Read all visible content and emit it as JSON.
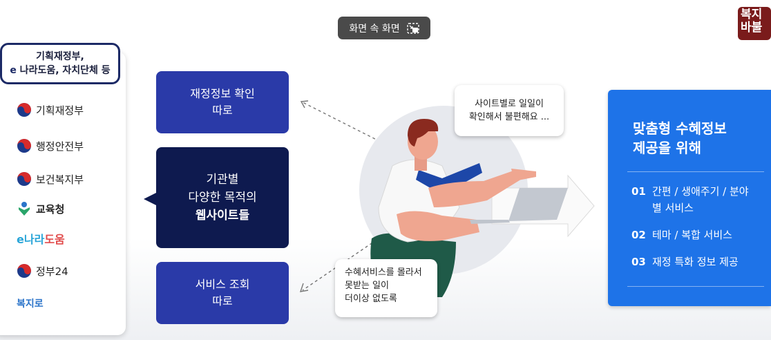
{
  "pip": {
    "label": "화면 속 화면",
    "icon": "pip-icon"
  },
  "logo": {
    "text": "복지 바불"
  },
  "left_panel": {
    "header_line1": "기획재정부,",
    "header_line2_e": "e",
    "header_line2_rest": " 나라도움, 자치단체 등",
    "orgs": [
      {
        "label": "기획재정부"
      },
      {
        "label": "행정안전부"
      },
      {
        "label": "보건복지부"
      },
      {
        "label": "교육청"
      },
      {
        "label_e": "e",
        "label_rest": "나라",
        "label_red": "도움"
      },
      {
        "label": "정부24"
      },
      {
        "label": "복지로"
      }
    ]
  },
  "middle": {
    "box1": {
      "line1": "재정정보 확인",
      "line2": "따로"
    },
    "box2": {
      "line1": "기관별",
      "line2": "다양한 목적의",
      "line3": "웹사이트들"
    },
    "box3": {
      "line1": "서비스 조회",
      "line2": "따로"
    }
  },
  "bubbles": {
    "top": {
      "line1": "사이트별로 일일이",
      "line2": "확인해서 불편해요 ..."
    },
    "bottom": {
      "line1": "수혜서비스를 몰라서",
      "line2": "못받는 일이",
      "line3": "더이상 없도록"
    }
  },
  "right_panel": {
    "title_line1": "맞춤형 수혜정보",
    "title_line2": "제공을 위해",
    "items": [
      {
        "num": "01",
        "text": "간편 / 생애주기 / 분야별 서비스"
      },
      {
        "num": "02",
        "text": "테마 / 복합 서비스"
      },
      {
        "num": "03",
        "text": "재정 특화 정보 제공"
      }
    ]
  },
  "colors": {
    "navy": "#0e1a4f",
    "blue": "#2a3aa8",
    "bright_blue": "#1e73e8",
    "check_red": "#e03a3a"
  }
}
